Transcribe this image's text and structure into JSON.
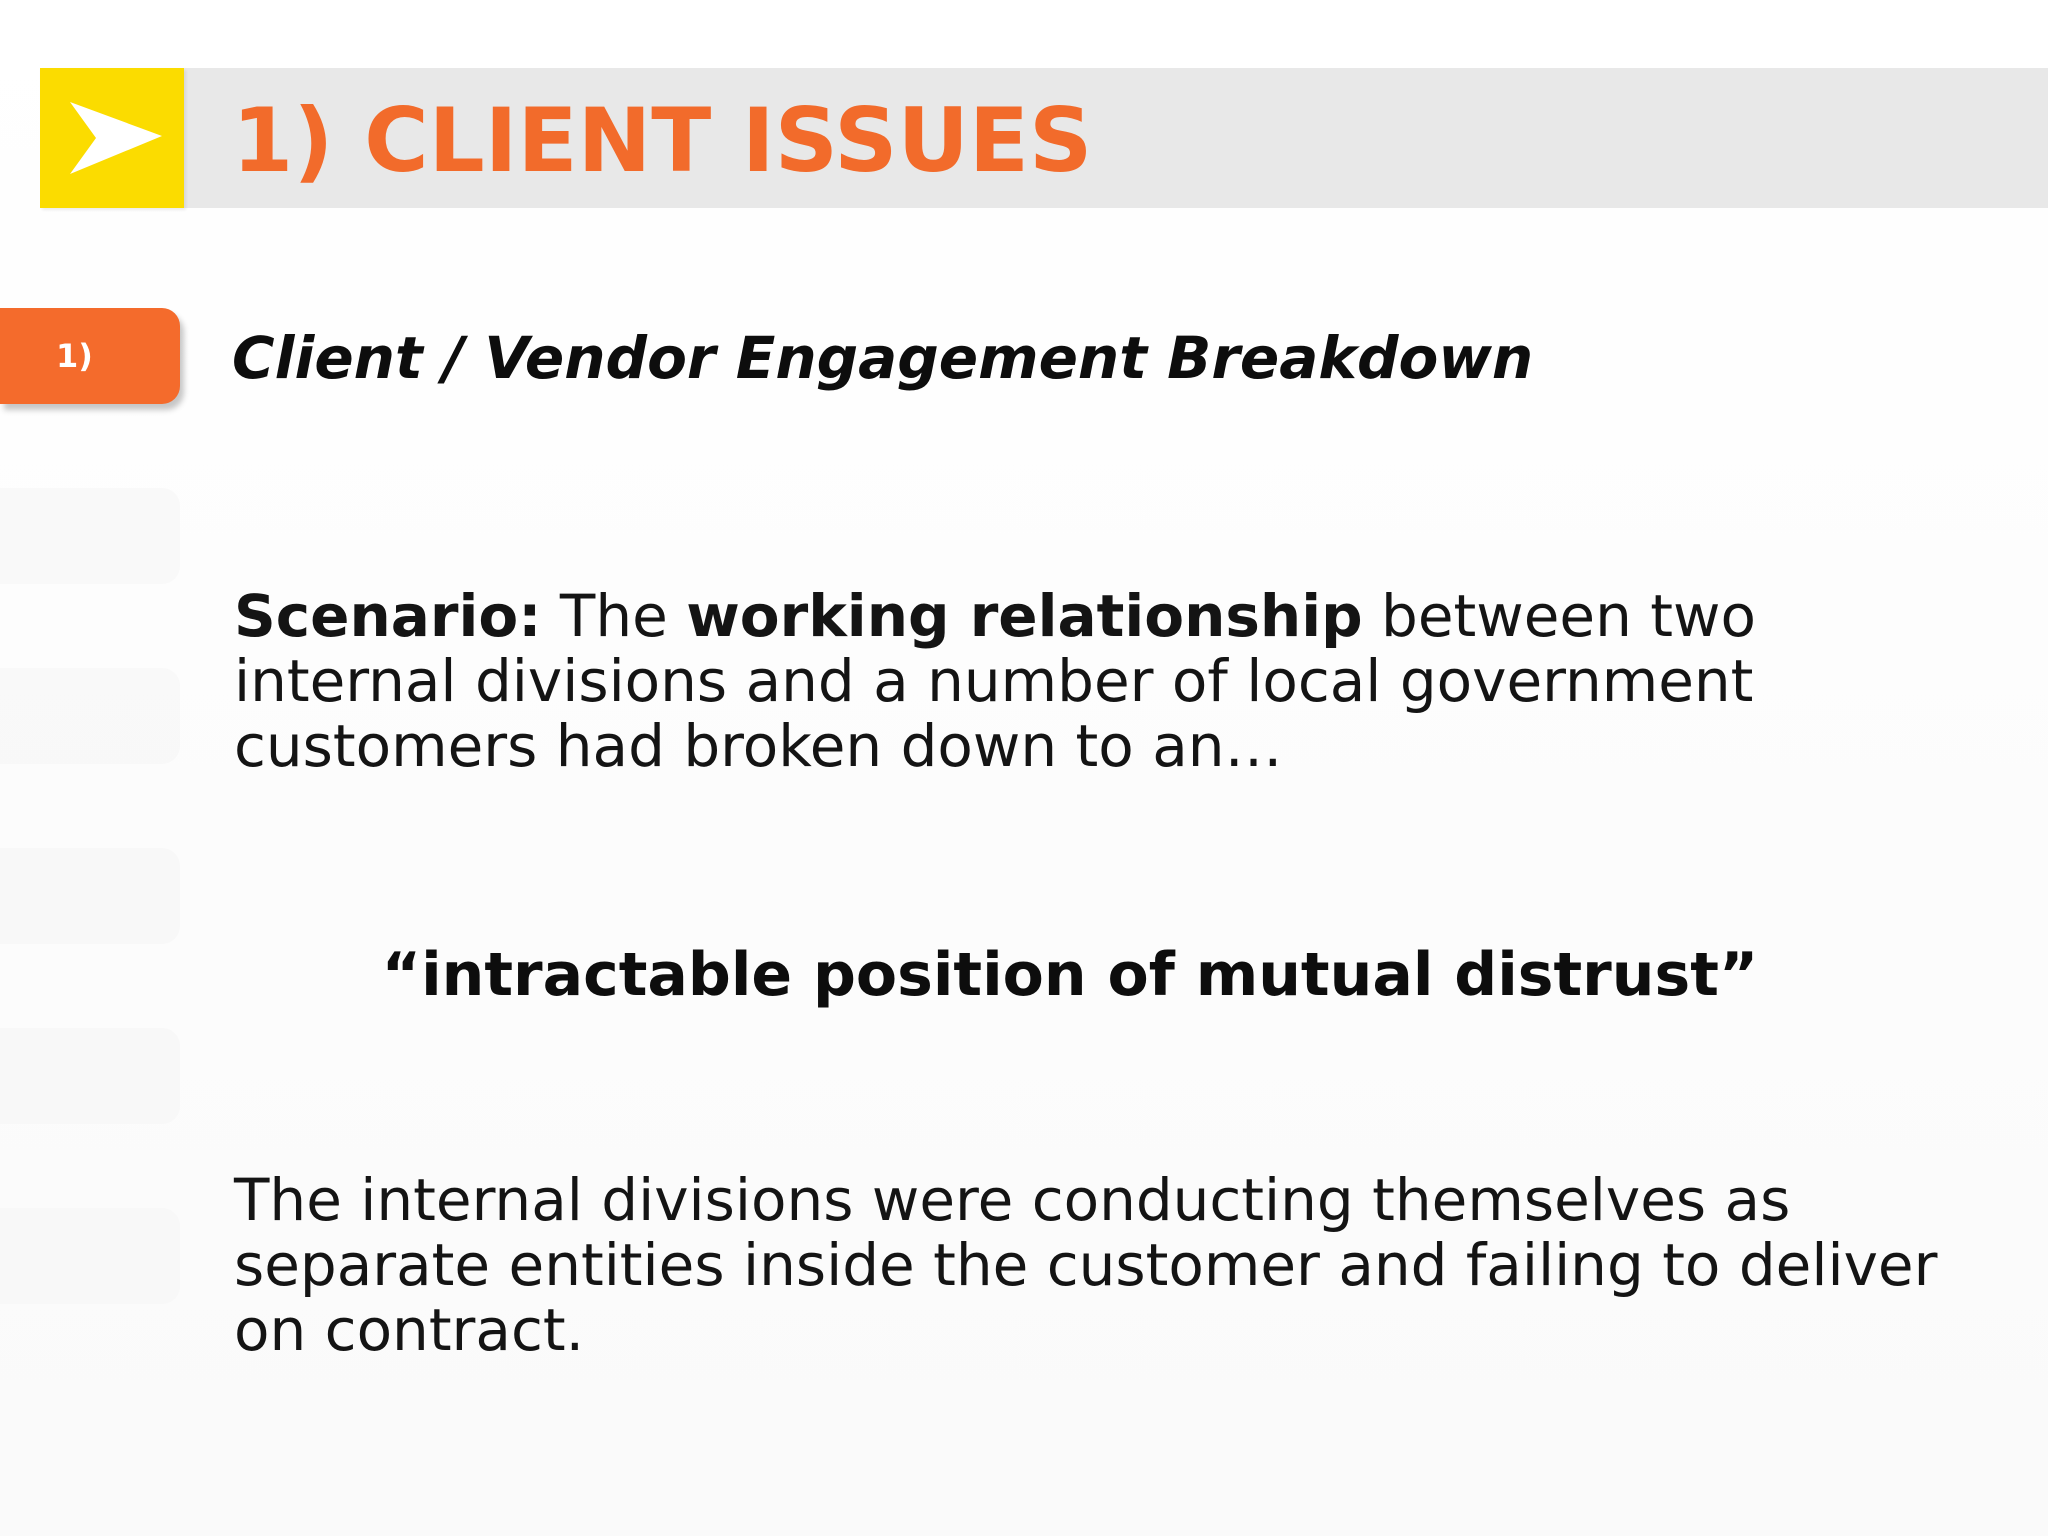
{
  "title": {
    "heading": "1) CLIENT ISSUES",
    "logo_icon": "play-arrow-icon",
    "accent_color": "#f26b2b",
    "logo_color": "#fbdc00"
  },
  "tabs": {
    "active_label": "1)"
  },
  "subtitle": "Client / Vendor Engagement Breakdown",
  "scenario": {
    "label": "Scenario:",
    "text1": "The",
    "emphasis": "working relationship",
    "text2": "between two internal divisions  and a number of local  government customers had broken down to an…"
  },
  "quote": "“intractable position of mutual distrust”",
  "closing": "The internal divisions were conducting themselves as separate entities inside the customer and failing to deliver on contract."
}
